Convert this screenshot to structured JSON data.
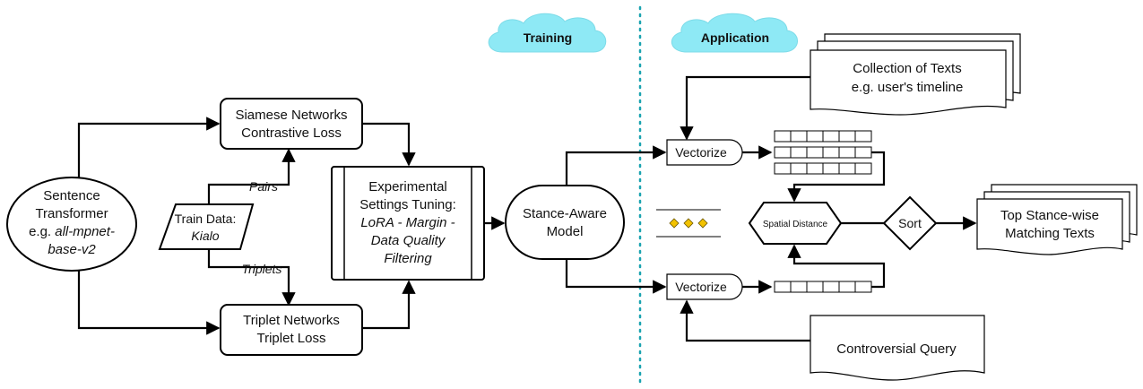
{
  "sections": {
    "training": "Training",
    "application": "Application"
  },
  "nodes": {
    "sentence_transformer": {
      "line1": "Sentence",
      "line2": "Transformer",
      "line3_prefix": "e.g. ",
      "line3_italic": "all-mpnet-",
      "line4_italic": "base-v2"
    },
    "siamese": {
      "line1": "Siamese Networks",
      "line2": "Contrastive Loss"
    },
    "triplet": {
      "line1": "Triplet Networks",
      "line2": "Triplet Loss"
    },
    "train_data": {
      "line1": "Train Data:",
      "line2": "Kialo"
    },
    "experimental": {
      "line1": "Experimental",
      "line2": "Settings Tuning:",
      "line3": "LoRA - Margin -",
      "line4": "Data Quality",
      "line5": "Filtering"
    },
    "stance_model": {
      "line1": "Stance-Aware",
      "line2": "Model"
    },
    "vectorize_top": "Vectorize",
    "vectorize_bottom": "Vectorize",
    "collection": {
      "line1": "Collection of Texts",
      "line2": "e.g. user's timeline"
    },
    "controversial": "Controversial Query",
    "spatial": "Spatial Distance",
    "sort": "Sort",
    "top_matching": {
      "line1": "Top Stance-wise",
      "line2": "Matching Texts"
    }
  },
  "edge_labels": {
    "pairs": "Pairs",
    "triplets": "Triplets"
  },
  "colors": {
    "cloud": "#8ee9f5",
    "divider": "#1aa3b0",
    "ellipsis_dots": "#f2c200"
  }
}
